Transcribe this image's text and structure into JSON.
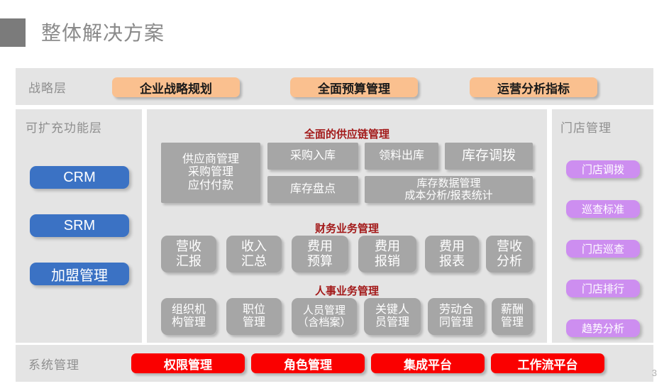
{
  "header": {
    "title": "整体解决方案",
    "marker_color": "#7b7b7b"
  },
  "strategy_layer": {
    "label": "战略层",
    "buttons": [
      {
        "label": "企业战略规划"
      },
      {
        "label": "全面预算管理"
      },
      {
        "label": "运营分析指标"
      }
    ],
    "button_color": "#fac08f"
  },
  "extensible_layer": {
    "label": "可扩充功能层",
    "buttons": [
      {
        "label": "CRM"
      },
      {
        "label": "SRM"
      },
      {
        "label": "加盟管理"
      }
    ],
    "button_color": "#3b72c4"
  },
  "center": {
    "sections": [
      {
        "title": "全面的供应链管理",
        "boxes": [
          {
            "label": "供应商管理\n采购管理\n应付付款"
          },
          {
            "label": "采购入库"
          },
          {
            "label": "领料出库"
          },
          {
            "label": "库存调拨"
          },
          {
            "label": "库存盘点"
          },
          {
            "label": "库存数据管理\n成本分析/报表统计"
          }
        ]
      },
      {
        "title": "财务业务管理",
        "boxes": [
          {
            "label": "营收\n汇报"
          },
          {
            "label": "收入\n汇总"
          },
          {
            "label": "费用\n预算"
          },
          {
            "label": "费用\n报销"
          },
          {
            "label": "费用\n报表"
          },
          {
            "label": "营收\n分析"
          }
        ]
      },
      {
        "title": "人事业务管理",
        "boxes": [
          {
            "label": "组织机\n构管理"
          },
          {
            "label": "职位\n管理"
          },
          {
            "label": "人员管理\n（含档案）"
          },
          {
            "label": "关键人\n员管理"
          },
          {
            "label": "劳动合\n同管理"
          },
          {
            "label": "薪酬\n管理"
          }
        ]
      }
    ],
    "section_title_color": "#a31a1a",
    "box_color": "#a6a6a6"
  },
  "store_management": {
    "label": "门店管理",
    "buttons": [
      {
        "label": "门店调拨"
      },
      {
        "label": "巡查标准"
      },
      {
        "label": "门店巡查"
      },
      {
        "label": "门店排行"
      },
      {
        "label": "趋势分析"
      }
    ],
    "button_color": "#cd8ef0"
  },
  "system_management": {
    "label": "系统管理",
    "buttons": [
      {
        "label": "权限管理"
      },
      {
        "label": "角色管理"
      },
      {
        "label": "集成平台"
      },
      {
        "label": "工作流平台"
      }
    ],
    "button_color": "#fa0000"
  },
  "footer": {
    "page_number": "3"
  }
}
